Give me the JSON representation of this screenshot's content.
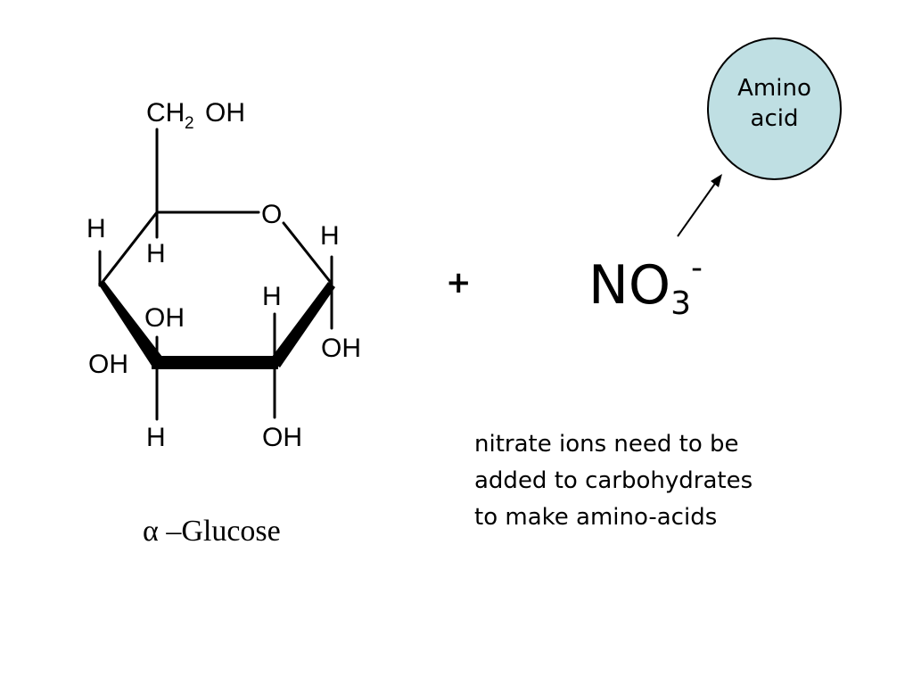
{
  "glucose": {
    "atoms": {
      "ch2oh_ch": "CH",
      "ch2oh_sub": "2",
      "ch2oh_oh": "OH",
      "ring_o": "O",
      "c5_h": "H",
      "c4_h_top": "H",
      "c4_h_bottom": "H",
      "c4_oh": "OH",
      "c3_oh_top": "OH",
      "c3_h": "H",
      "c2_h": "H",
      "c2_oh": "OH",
      "c1_h": "H",
      "c1_oh": "OH"
    },
    "name": "α –Glucose"
  },
  "reaction": {
    "plus": "+",
    "nitrate_base": "NO",
    "nitrate_sub": "3",
    "nitrate_charge": "-"
  },
  "amino_acid": {
    "line1": "Amino",
    "line2": "acid",
    "fill_color": "#bfdfe3"
  },
  "caption": {
    "line1": "nitrate ions need to be",
    "line2": "added to carbohydrates",
    "line3": "to make amino-acids"
  }
}
